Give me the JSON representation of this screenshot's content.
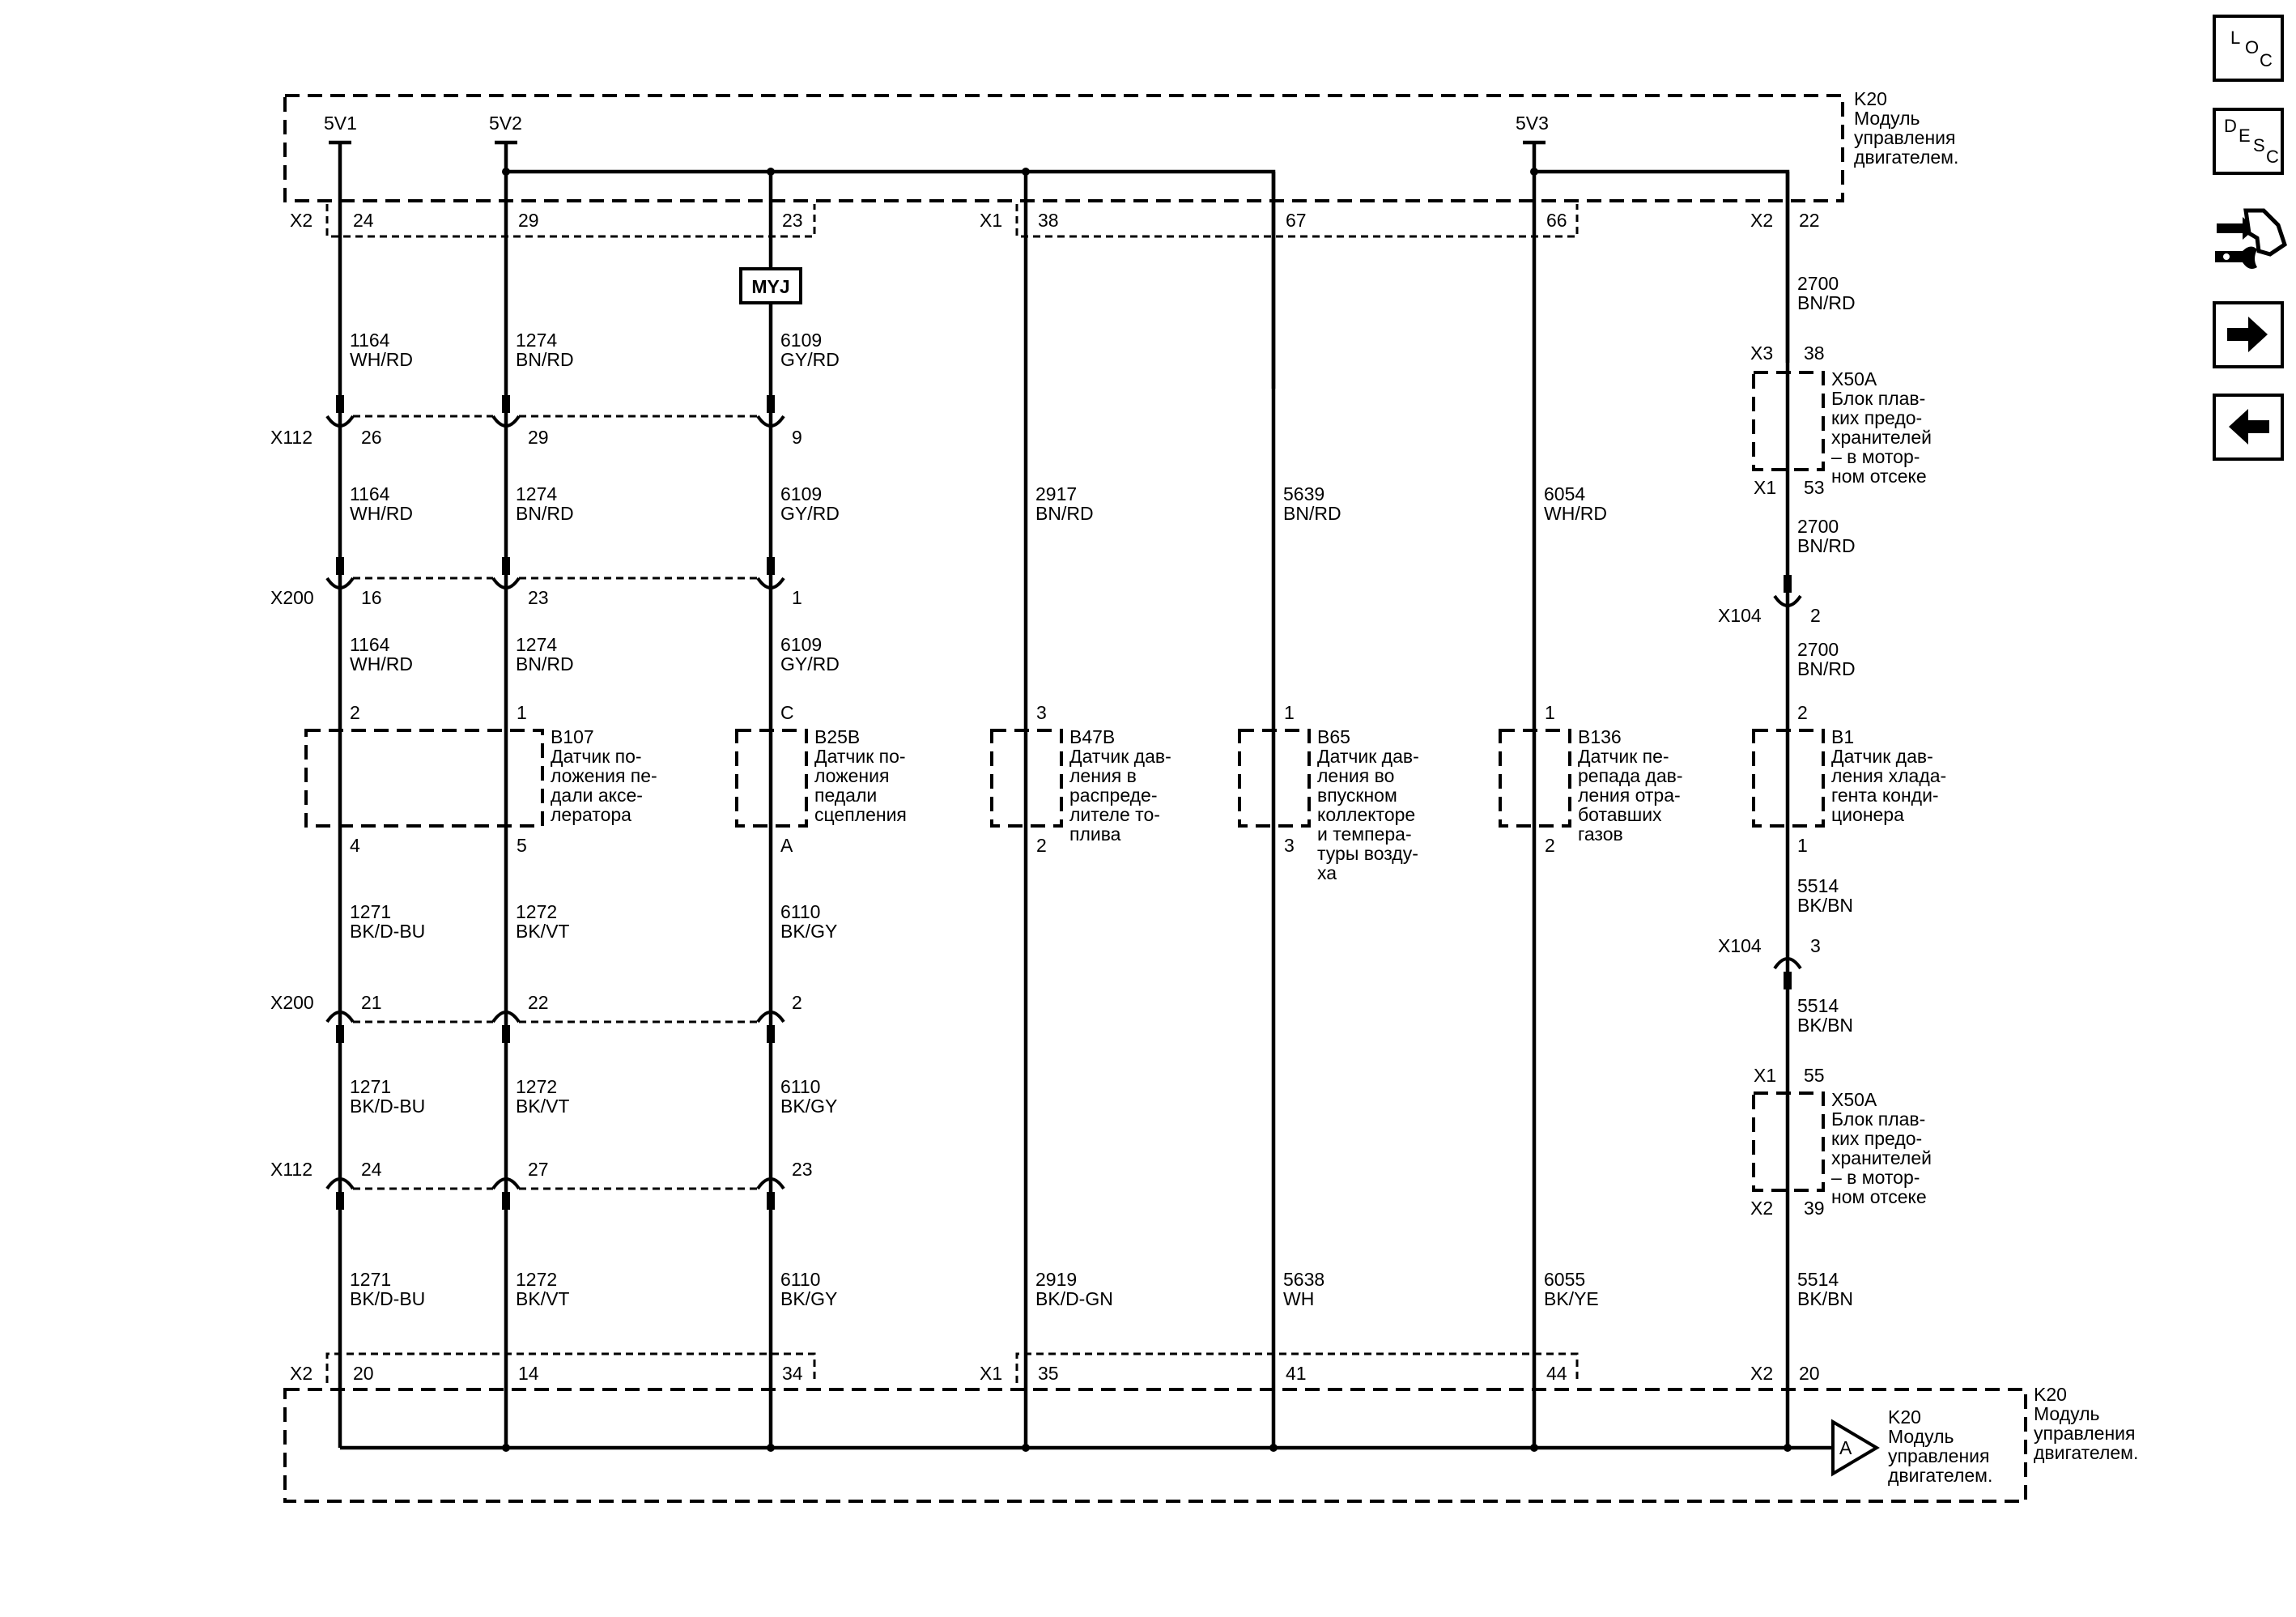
{
  "module": {
    "id": "K20",
    "name_lines": [
      "Модуль",
      "управления",
      "двигателем."
    ]
  },
  "supplies": [
    "5V1",
    "5V2",
    "5V3"
  ],
  "connector_labels": [
    "X2",
    "X1",
    "X112",
    "X200",
    "X3",
    "X104",
    "X50A",
    "X1",
    "X2"
  ],
  "pins": {
    "top": [
      "24",
      "29",
      "23",
      "38",
      "67",
      "66",
      "22"
    ],
    "bottom": [
      "20",
      "14",
      "34",
      "35",
      "41",
      "44",
      "20"
    ],
    "x112_upper": [
      "26",
      "29",
      "9"
    ],
    "x200_upper": [
      "16",
      "23",
      "1"
    ],
    "x200_lower": [
      "21",
      "22",
      "2"
    ],
    "x112_lower": [
      "24",
      "27",
      "23"
    ],
    "x50a_a": [
      "38",
      "53"
    ],
    "x104": [
      "2",
      "3"
    ],
    "x50a_b": [
      "55",
      "39"
    ]
  },
  "myj_label": "MYJ",
  "wires": [
    {
      "id": "w1164",
      "circuit": "1164",
      "color": "WH/RD"
    },
    {
      "id": "w1274",
      "circuit": "1274",
      "color": "BN/RD"
    },
    {
      "id": "w6109",
      "circuit": "6109",
      "color": "GY/RD"
    },
    {
      "id": "w2917",
      "circuit": "2917",
      "color": "BN/RD"
    },
    {
      "id": "w5639",
      "circuit": "5639",
      "color": "BN/RD"
    },
    {
      "id": "w6054",
      "circuit": "6054",
      "color": "WH/RD"
    },
    {
      "id": "w2700",
      "circuit": "2700",
      "color": "BN/RD"
    },
    {
      "id": "w1271",
      "circuit": "1271",
      "color": "BK/D-BU"
    },
    {
      "id": "w1272",
      "circuit": "1272",
      "color": "BK/VT"
    },
    {
      "id": "w6110",
      "circuit": "6110",
      "color": "BK/GY"
    },
    {
      "id": "w2919",
      "circuit": "2919",
      "color": "BK/D-GN"
    },
    {
      "id": "w5638",
      "circuit": "5638",
      "color": "WH"
    },
    {
      "id": "w6055",
      "circuit": "6055",
      "color": "BK/YE"
    },
    {
      "id": "w5514",
      "circuit": "5514",
      "color": "BK/BN"
    }
  ],
  "components": [
    {
      "id": "B107",
      "top_pins": [
        "2",
        "1"
      ],
      "bottom_pins": [
        "4",
        "5"
      ],
      "desc_lines": [
        "Датчик по-",
        "ложения пе-",
        "дали аксе-",
        "лератора"
      ]
    },
    {
      "id": "B25B",
      "top_pins": [
        "C"
      ],
      "bottom_pins": [
        "A"
      ],
      "desc_lines": [
        "Датчик по-",
        "ложения",
        "педали",
        "сцепления"
      ]
    },
    {
      "id": "B47B",
      "top_pins": [
        "3"
      ],
      "bottom_pins": [
        "2"
      ],
      "desc_lines": [
        "Датчик дав-",
        "ления в",
        "распреде-",
        "лителе то-",
        "плива"
      ]
    },
    {
      "id": "B65",
      "top_pins": [
        "1"
      ],
      "bottom_pins": [
        "3"
      ],
      "desc_lines": [
        "Датчик дав-",
        "ления во",
        "впускном",
        "коллекторе",
        "и темпера-",
        "туры возду-",
        "ха"
      ]
    },
    {
      "id": "B136",
      "top_pins": [
        "1"
      ],
      "bottom_pins": [
        "2"
      ],
      "desc_lines": [
        "Датчик пе-",
        "репада дав-",
        "ления отра-",
        "ботавших",
        "газов"
      ]
    },
    {
      "id": "B1",
      "top_pins": [
        "2"
      ],
      "bottom_pins": [
        "1"
      ],
      "desc_lines": [
        "Датчик дав-",
        "ления хлада-",
        "гента конди-",
        "ционера"
      ]
    }
  ],
  "fuse_block": {
    "id": "X50A",
    "desc_lines": [
      "Блок плав-",
      "ких предо-",
      "хранителей",
      "– в мотор-",
      "ном отсеке"
    ]
  },
  "offpage": {
    "letter": "A",
    "id": "K20",
    "desc_lines": [
      "Модуль",
      "управления",
      "двигателем."
    ]
  },
  "nav": {
    "loc": [
      "L",
      "O",
      "C"
    ],
    "desc": [
      "D",
      "E",
      "S",
      "C"
    ],
    "icons": [
      "connector-tool-icon",
      "arrow-right-icon",
      "arrow-left-icon"
    ]
  }
}
